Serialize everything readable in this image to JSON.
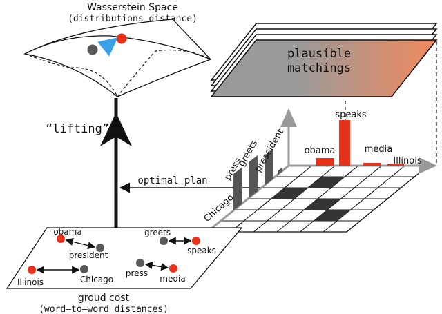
{
  "colors": {
    "red": "#e8311a",
    "gray_dot": "#5a5a5a",
    "arrow_blue": "#3aa0e8",
    "bar_dark": "#555555",
    "cell_dark": "#333333",
    "axis_gray": "#9a9a9a",
    "gradient_start": "#9a9a9a",
    "gradient_end": "#f08a5d"
  },
  "wasserstein": {
    "title": "Wasserstein Space",
    "subtitle": "(distributions distance)"
  },
  "lifting_label": "“lifting”",
  "optimal_plan_label": "optimal plan",
  "plausible": {
    "line1": "plausible",
    "line2": "matchings"
  },
  "ground": {
    "title": "groud cost",
    "subtitle": "(word–to–word distances)",
    "words": {
      "obama": "obama",
      "president": "president",
      "illinois": "Illinois",
      "chicago": "Chicago",
      "greets": "greets",
      "speaks": "speaks",
      "press": "press",
      "media": "media"
    }
  },
  "hist_right": {
    "labels": [
      "obama",
      "speaks",
      "media",
      "Illinois"
    ]
  },
  "hist_left": {
    "labels": [
      "Chicago",
      "press",
      "greets",
      "preseident"
    ]
  }
}
